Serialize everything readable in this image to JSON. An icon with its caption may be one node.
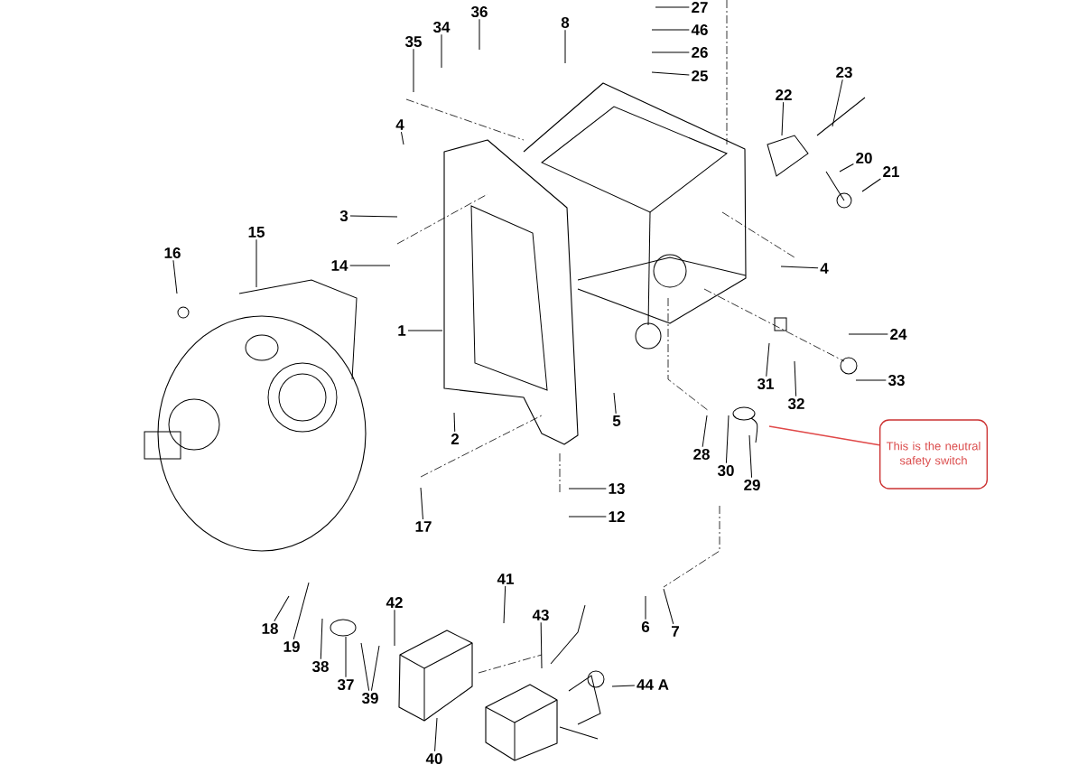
{
  "diagram": {
    "nodes": [
      {
        "text": [
          "27"
        ]
      },
      {
        "text": [
          "36"
        ]
      },
      {
        "text": [
          "8"
        ]
      },
      {
        "text": [
          "46"
        ]
      },
      {
        "text": [
          "34"
        ]
      },
      {
        "text": [
          "35"
        ]
      },
      {
        "text": [
          "26"
        ]
      },
      {
        "text": [
          "25"
        ]
      },
      {
        "text": [
          "23"
        ]
      },
      {
        "text": [
          "22"
        ]
      },
      {
        "text": [
          "4"
        ]
      },
      {
        "text": [
          "20"
        ]
      },
      {
        "text": [
          "21"
        ]
      },
      {
        "text": [
          "3"
        ]
      },
      {
        "text": [
          "15"
        ]
      },
      {
        "text": [
          "16"
        ]
      },
      {
        "text": [
          "14"
        ]
      },
      {
        "text": [
          "4"
        ]
      },
      {
        "text": [
          "1"
        ]
      },
      {
        "text": [
          "24"
        ]
      },
      {
        "text": [
          "31"
        ]
      },
      {
        "text": [
          "33"
        ]
      },
      {
        "text": [
          "32"
        ]
      },
      {
        "text": [
          "5"
        ]
      },
      {
        "text": [
          "2"
        ]
      },
      {
        "text": [
          "This is the neutral safety switch"
        ]
      },
      {
        "text": [
          "28"
        ]
      },
      {
        "text": [
          "30"
        ]
      },
      {
        "text": [
          "29"
        ]
      },
      {
        "text": [
          "13"
        ]
      },
      {
        "text": [
          "12"
        ]
      },
      {
        "text": [
          "17"
        ]
      },
      {
        "text": [
          "41"
        ]
      },
      {
        "text": [
          "42"
        ]
      },
      {
        "text": [
          "43"
        ]
      },
      {
        "text": [
          "6"
        ]
      },
      {
        "text": [
          "7"
        ]
      },
      {
        "text": [
          "18"
        ]
      },
      {
        "text": [
          "19"
        ]
      },
      {
        "text": [
          "38"
        ]
      },
      {
        "text": [
          "37"
        ]
      },
      {
        "text": [
          "44 A"
        ]
      },
      {
        "text": [
          "39"
        ]
      },
      {
        "text": [
          "40"
        ]
      }
    ],
    "edges": [
      {
        "from": 0,
        "to": null,
        "arrow": "none"
      },
      {
        "from": 1,
        "to": null,
        "arrow": "none"
      },
      {
        "from": 2,
        "to": null,
        "arrow": "none"
      },
      {
        "from": 3,
        "to": null,
        "arrow": "none"
      },
      {
        "from": 4,
        "to": null,
        "arrow": "none"
      },
      {
        "from": 5,
        "to": null,
        "arrow": "none"
      },
      {
        "from": 6,
        "to": null,
        "arrow": "none"
      },
      {
        "from": 7,
        "to": null,
        "arrow": "none"
      },
      {
        "from": 8,
        "to": null,
        "arrow": "none"
      },
      {
        "from": 9,
        "to": null,
        "arrow": "none"
      },
      {
        "from": 10,
        "to": null,
        "arrow": "none"
      },
      {
        "from": 11,
        "to": null,
        "arrow": "none"
      },
      {
        "from": 12,
        "to": null,
        "arrow": "none"
      },
      {
        "from": 13,
        "to": null,
        "arrow": "none"
      },
      {
        "from": 14,
        "to": null,
        "arrow": "none"
      },
      {
        "from": 15,
        "to": null,
        "arrow": "none"
      },
      {
        "from": 16,
        "to": null,
        "arrow": "none"
      },
      {
        "from": 17,
        "to": null,
        "arrow": "none"
      },
      {
        "from": 18,
        "to": null,
        "arrow": "none"
      },
      {
        "from": 19,
        "to": null,
        "arrow": "none"
      },
      {
        "from": 20,
        "to": null,
        "arrow": "none"
      },
      {
        "from": 21,
        "to": null,
        "arrow": "none"
      },
      {
        "from": 22,
        "to": null,
        "arrow": "none"
      },
      {
        "from": 23,
        "to": null,
        "arrow": "none"
      },
      {
        "from": 24,
        "to": null,
        "arrow": "none"
      },
      {
        "from": 25,
        "to": null,
        "arrow": "none",
        "color": "#e04848"
      },
      {
        "from": 26,
        "to": null,
        "arrow": "none"
      },
      {
        "from": 27,
        "to": null,
        "arrow": "none"
      },
      {
        "from": 28,
        "to": null,
        "arrow": "none"
      },
      {
        "from": 29,
        "to": null,
        "arrow": "none"
      },
      {
        "from": 30,
        "to": null,
        "arrow": "none"
      },
      {
        "from": 31,
        "to": null,
        "arrow": "none"
      },
      {
        "from": 32,
        "to": null,
        "arrow": "none"
      },
      {
        "from": 33,
        "to": null,
        "arrow": "none"
      },
      {
        "from": 34,
        "to": null,
        "arrow": "none"
      },
      {
        "from": 35,
        "to": null,
        "arrow": "none"
      },
      {
        "from": 36,
        "to": null,
        "arrow": "none"
      },
      {
        "from": 37,
        "to": null,
        "arrow": "none"
      },
      {
        "from": 38,
        "to": null,
        "arrow": "none"
      },
      {
        "from": 39,
        "to": null,
        "arrow": "none"
      },
      {
        "from": 40,
        "to": null,
        "arrow": "none"
      },
      {
        "from": 41,
        "to": null,
        "arrow": "none"
      },
      {
        "from": 42,
        "to": null,
        "arrow": "none"
      },
      {
        "from": 42,
        "to": null,
        "arrow": "none"
      },
      {
        "from": 43,
        "to": null,
        "arrow": "none"
      }
    ]
  }
}
